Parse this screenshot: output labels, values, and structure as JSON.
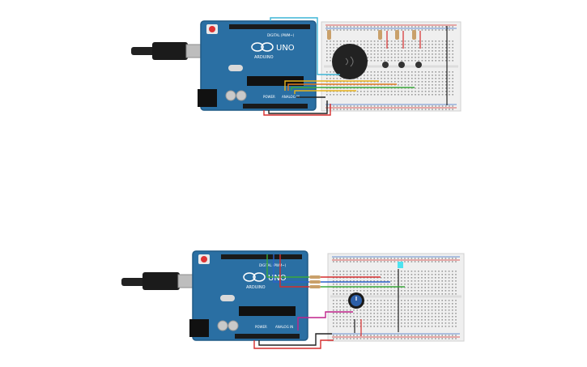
{
  "circuits": [
    {
      "board": {
        "brand": "ARDUINO",
        "model": "UNO",
        "digital_label": "DIGITAL (PWM~)",
        "power_label": "POWER",
        "analog_label": "ANALOG IN"
      },
      "breadboard": {
        "parts": [
          "piezo-buzzer",
          "pushbutton",
          "pushbutton",
          "pushbutton",
          "resistor",
          "resistor",
          "resistor",
          "resistor"
        ]
      }
    },
    {
      "board": {
        "brand": "ARDUINO",
        "model": "UNO",
        "digital_label": "DIGITAL (PWM~)",
        "power_label": "POWER",
        "analog_label": "ANALOG IN"
      },
      "breadboard": {
        "parts": [
          "potentiometer",
          "led",
          "resistor",
          "resistor",
          "resistor"
        ]
      }
    }
  ],
  "colors": {
    "board": "#2a6fa3",
    "board_edge": "#1f5a86",
    "breadboard": "#efefef",
    "rail_red": "#d8322f",
    "rail_blue": "#3b6fc4",
    "wire_red": "#d62d2d",
    "wire_black": "#222222",
    "wire_yellow": "#e8b21a",
    "wire_green": "#3aa83a",
    "wire_orange": "#e07a1f",
    "wire_cyan": "#3fb6d6",
    "wire_magenta": "#c0248c",
    "wire_blue": "#2a62c9",
    "led": "#4fe3f0",
    "pot_knob": "#2d5fa8"
  }
}
